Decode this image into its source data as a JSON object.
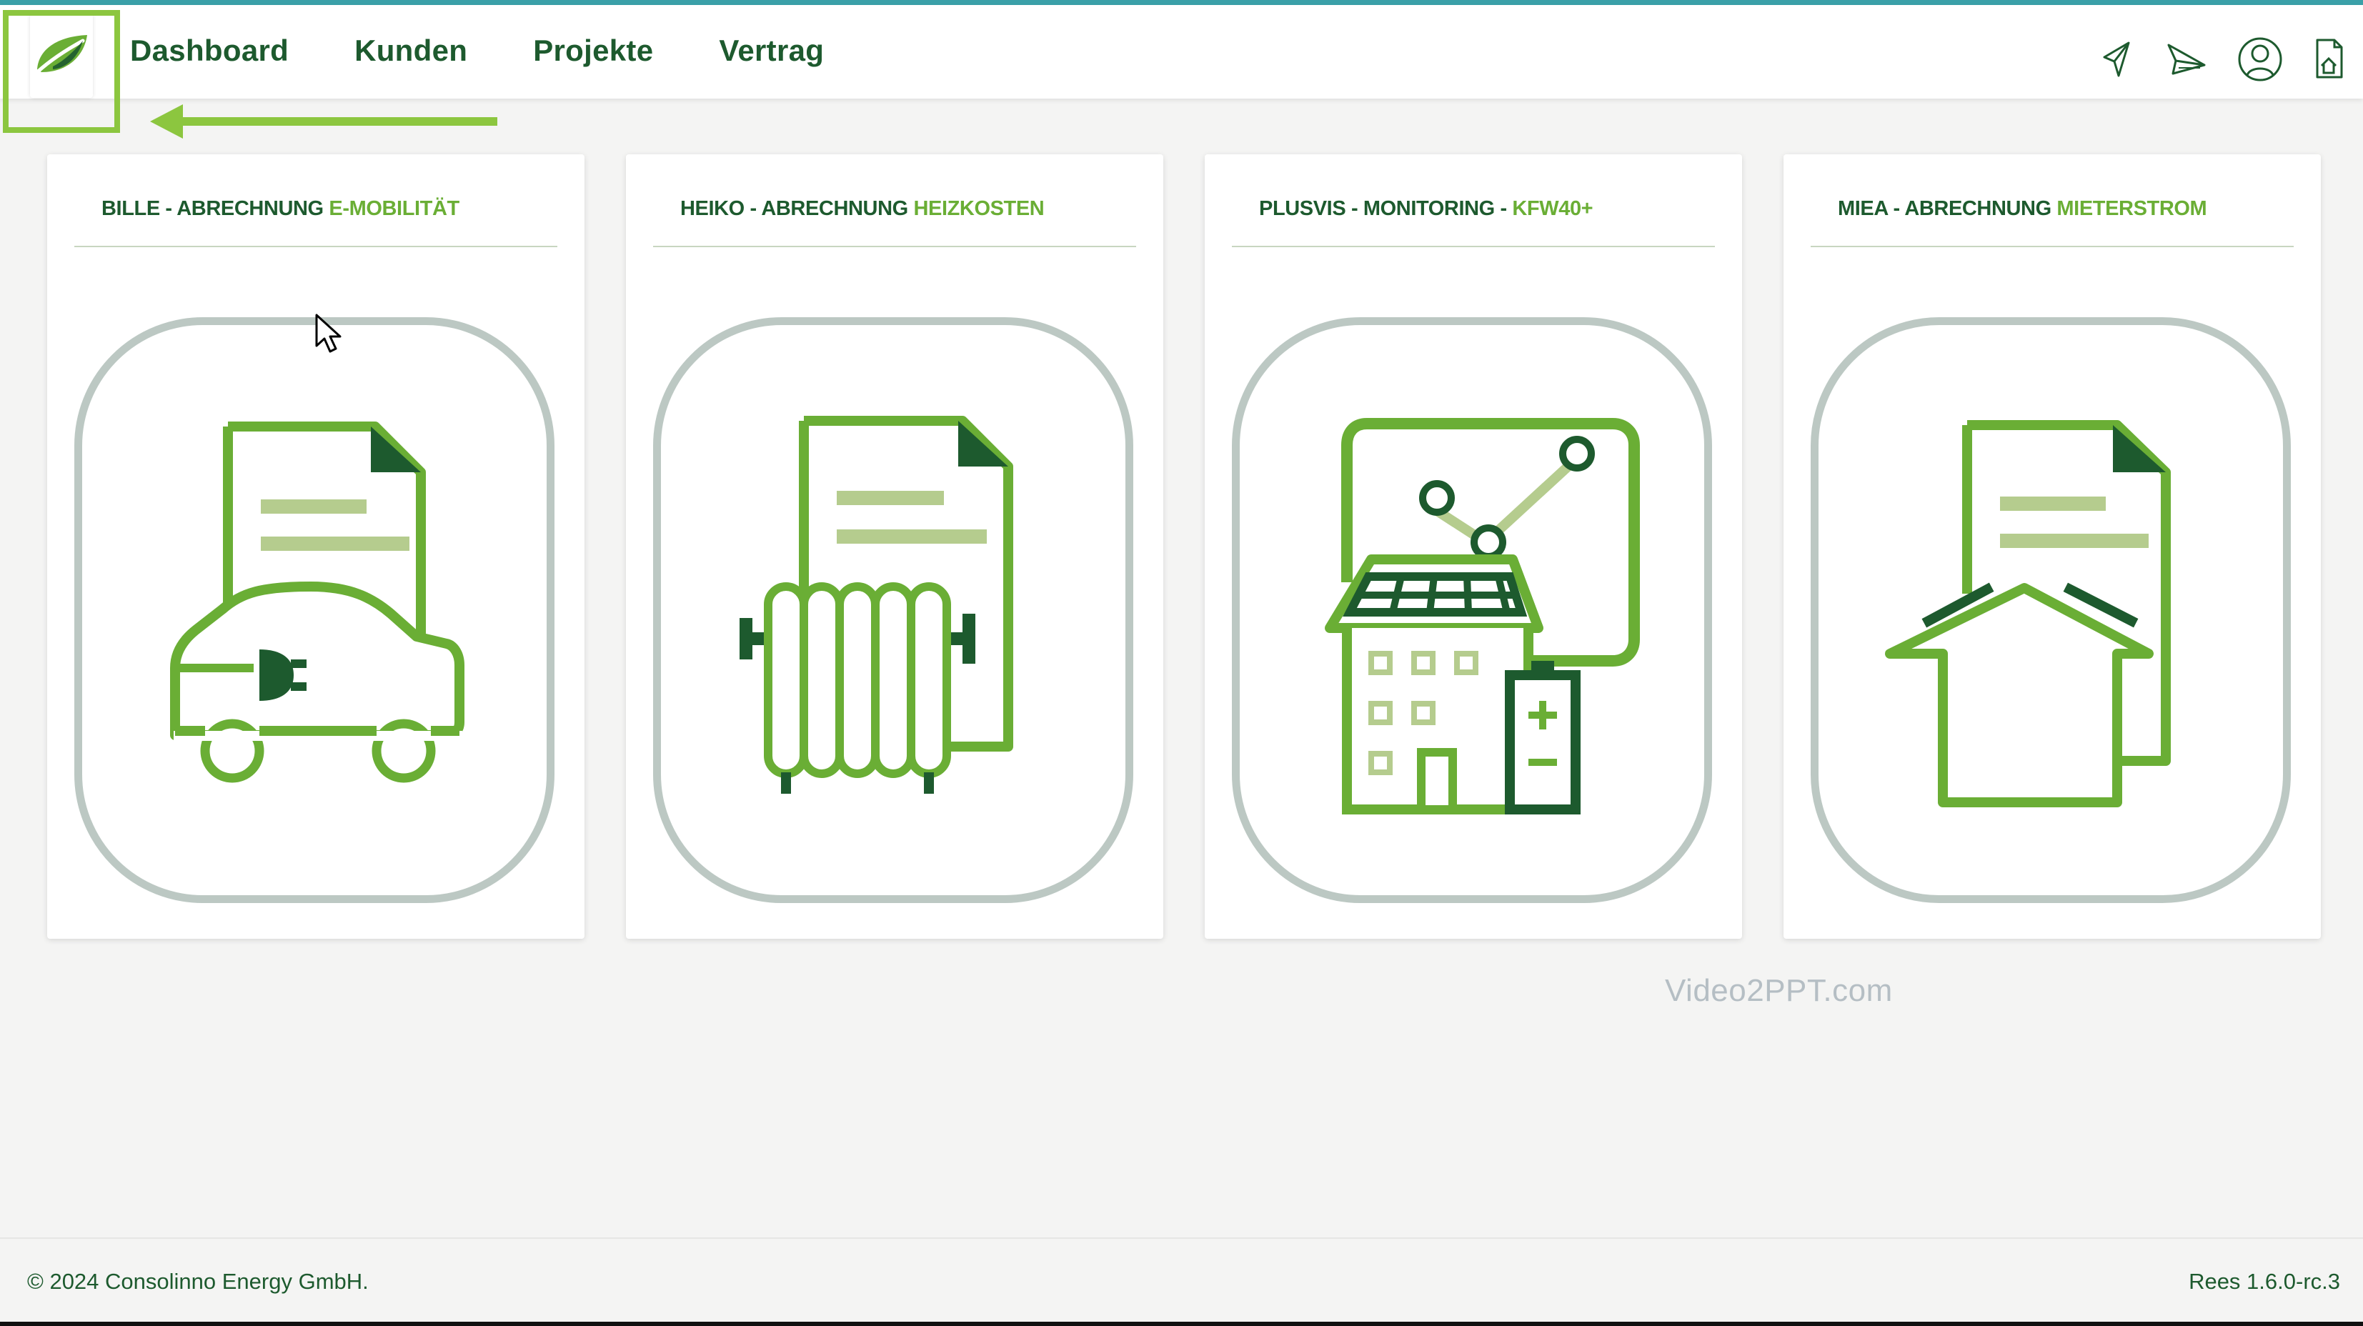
{
  "colors": {
    "brand_dark": "#1d5a2e",
    "brand_green": "#6aae35",
    "highlight": "#8cc63f",
    "tile_border": "#bcc8c3",
    "accent_bar": "#3aa0a8"
  },
  "nav": {
    "items": [
      {
        "label": "Dashboard"
      },
      {
        "label": "Kunden"
      },
      {
        "label": "Projekte"
      },
      {
        "label": "Vertrag"
      }
    ]
  },
  "header_icons": [
    "paper-plane-icon",
    "send-icon",
    "user-account-icon",
    "document-home-icon"
  ],
  "cards": [
    {
      "title_prefix": "BILLE - ABRECHNUNG ",
      "title_highlight": "E-MOBILITÄT",
      "icon": "ev-car-document-icon"
    },
    {
      "title_prefix": "HEIKO - ABRECHNUNG ",
      "title_highlight": "HEIZKOSTEN",
      "icon": "radiator-document-icon"
    },
    {
      "title_prefix": "PLUSVIS - MONITORING - ",
      "title_highlight": "KFW40+",
      "icon": "solar-house-monitoring-icon"
    },
    {
      "title_prefix": "MIEA - ABRECHNUNG ",
      "title_highlight": "MIETERSTROM",
      "icon": "house-document-icon"
    }
  ],
  "watermark": "Video2PPT.com",
  "footer": {
    "copyright": "© 2024 Consolinno Energy GmbH.",
    "version": "Rees 1.6.0-rc.3"
  }
}
